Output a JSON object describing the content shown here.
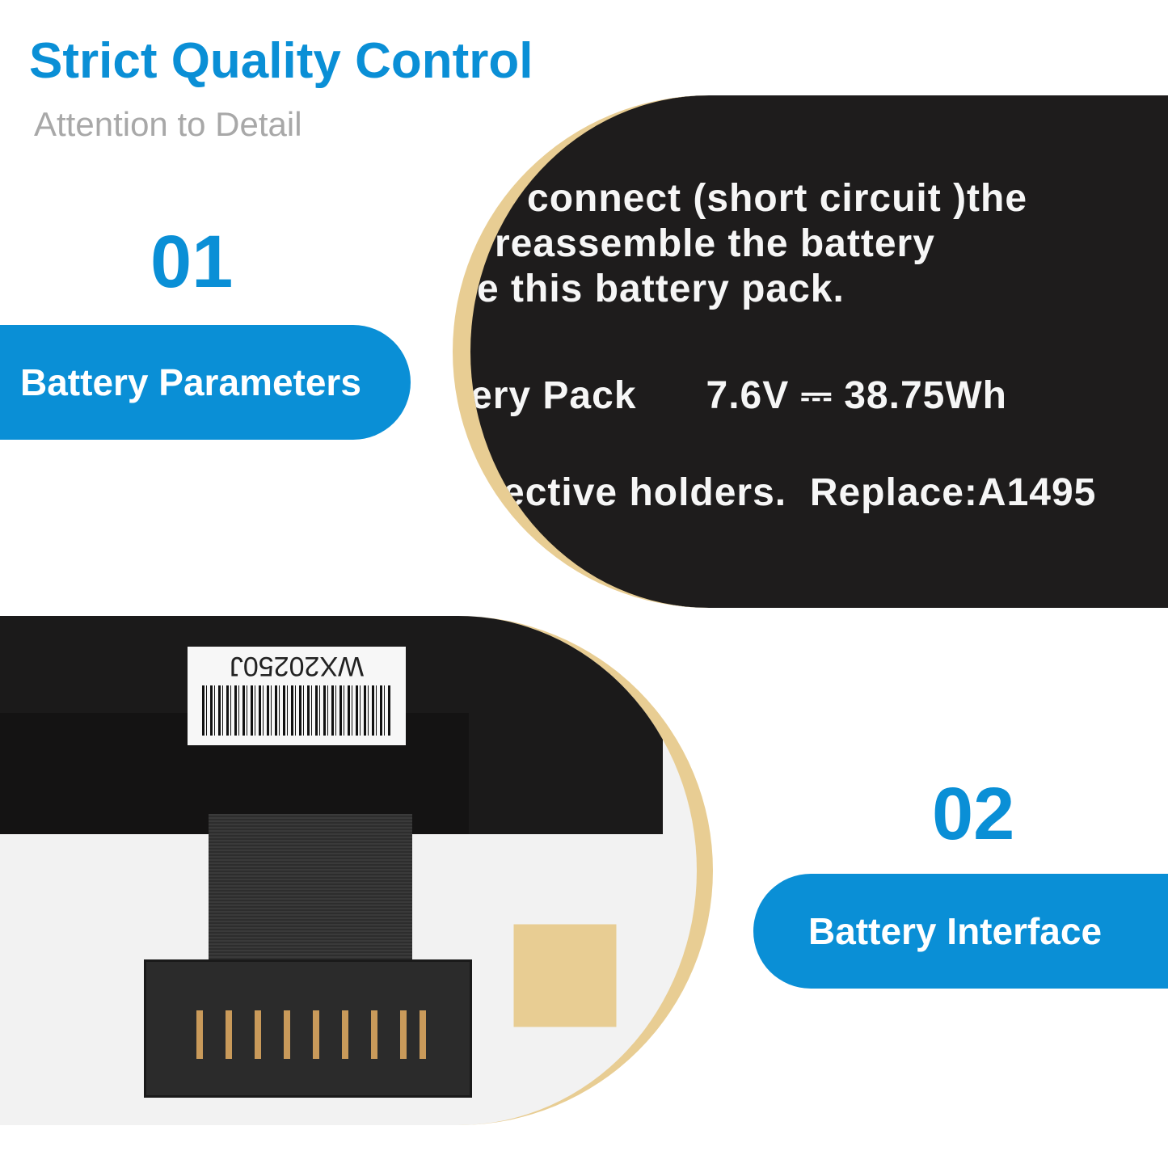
{
  "header": {
    "title": "Strict Quality Control",
    "subtitle": "Attention to Detail"
  },
  "sections": [
    {
      "number": "01",
      "label": "Battery Parameters"
    },
    {
      "number": "02",
      "label": "Battery Interface"
    }
  ],
  "battery_label": {
    "lines": [
      "connect (short circuit )the",
      "reassemble the battery",
      "e this battery pack.",
      "ery Pack      7.6V ⎓ 38.75Wh",
      "ective holders.  Replace:A1495"
    ]
  },
  "barcode_label": {
    "code": "WX20250J"
  },
  "colors": {
    "accent": "#0a8fd6",
    "frame": "#e8cd93",
    "subtitle": "#a8a8a8"
  }
}
